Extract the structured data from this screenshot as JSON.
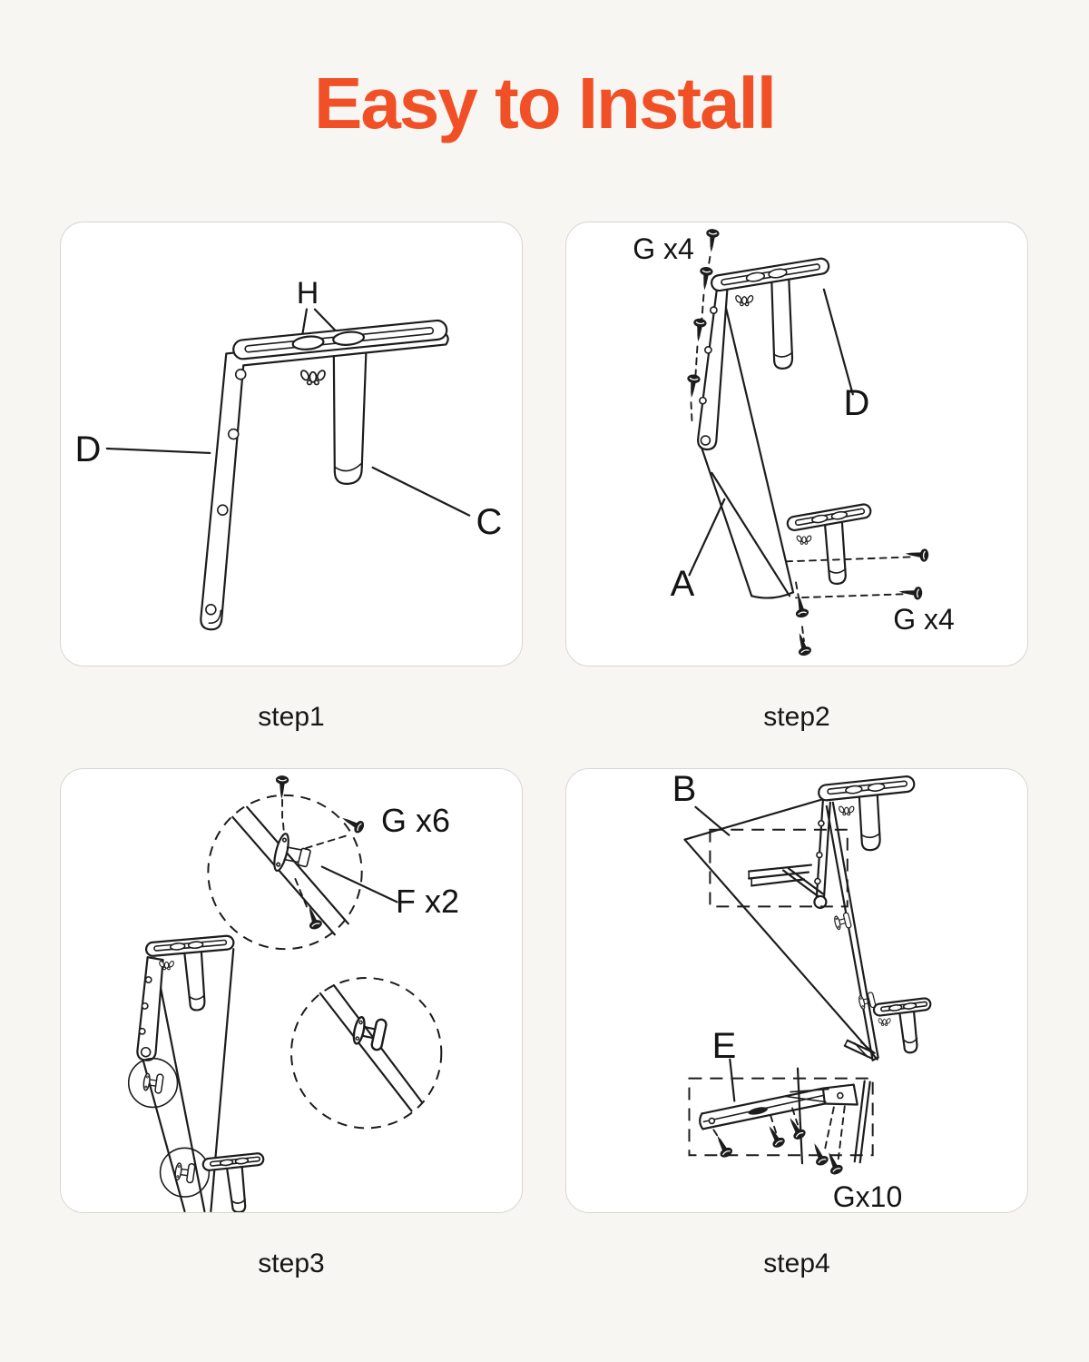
{
  "title": {
    "text": "Easy to Install",
    "color": "#f15026"
  },
  "theme": {
    "background": "#f7f6f3",
    "panel_background": "#ffffff",
    "panel_border": "#d7d6d3",
    "line_color": "#1c1c1c",
    "text_color": "#161616"
  },
  "panels": [
    {
      "caption": "step1",
      "labels": {
        "H": "H",
        "D": "D",
        "C": "C"
      }
    },
    {
      "caption": "step2",
      "labels": {
        "g_top": "G x4",
        "D": "D",
        "A": "A",
        "g_bottom": "G x4"
      }
    },
    {
      "caption": "step3",
      "labels": {
        "g": "G x6",
        "f": "F x2"
      }
    },
    {
      "caption": "step4",
      "labels": {
        "B": "B",
        "E": "E",
        "g": "Gx10"
      }
    }
  ]
}
